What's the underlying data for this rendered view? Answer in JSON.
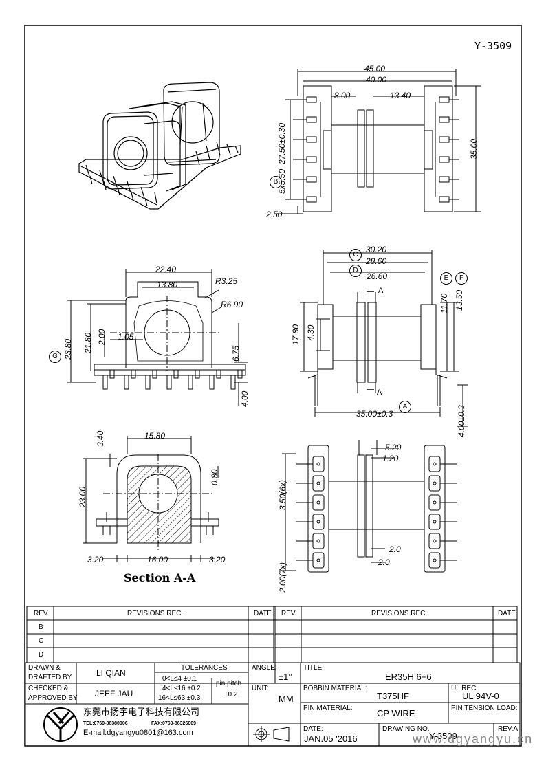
{
  "drawing_id": "Y-3509",
  "dims": {
    "top_45": "45.00",
    "top_40": "40.00",
    "top_8": "8.00",
    "top_1340": "13.40",
    "top_pitch": "5x5.50=27.50±0.30",
    "top_35": "35.00",
    "top_250": "2.50",
    "front_2240": "22.40",
    "front_1380": "13.80",
    "front_r325": "R3.25",
    "front_r690": "R6.90",
    "front_2380": "23.80",
    "front_2180": "21.80",
    "front_200": "2.00",
    "front_105": "1.05",
    "front_675": "6.75",
    "front_400": "4.00",
    "side_3020": "30.20",
    "side_2860": "28.60",
    "side_2660": "26.60",
    "side_1170": "11.70",
    "side_1350": "13.50",
    "side_1780": "17.80",
    "side_430": "4.30",
    "side_3500": "35.00±0.3",
    "side_400": "4.00±0.3",
    "sec_340": "3.40",
    "sec_1580": "15.80",
    "sec_2300": "23.00",
    "sec_080": "0.80",
    "sec_320l": "3.20",
    "sec_1600": "16.00",
    "sec_320r": "3.20",
    "bot_520": "5.20",
    "bot_120": "1.20",
    "bot_350": "3.50(6x)",
    "bot_200a": "2.0",
    "bot_200b": "2.0",
    "bot_200c": "2.00(7x)"
  },
  "labels": {
    "b": "B",
    "c": "C",
    "d": "D",
    "e": "E",
    "f": "F",
    "g": "G",
    "a": "A",
    "section": "Section A-A",
    "arrow_a": "A"
  },
  "revisions": {
    "header_rev": "REV.",
    "header_rec": "REVISIONS  REC.",
    "header_date": "DATE",
    "rows": [
      "B",
      "C",
      "D"
    ]
  },
  "titleblock": {
    "drawn_label": "DRAWN &\nDRAFTED BY",
    "drawn_1": "DRAWN &",
    "drawn_2": "DRAFTED BY",
    "drawn_value": "LI QIAN",
    "checked_1": "CHECKED &",
    "checked_2": "APPROVED BY",
    "checked_value": "JEEF JAU",
    "tolerances": "TOLERANCES",
    "tol_1": "0<L≤4   ±0.1",
    "tol_2": "4<L≤16  ±0.2",
    "tol_3": "16<L≤63 ±0.3",
    "pin_pitch": "pin pitch",
    "pin_pitch_tol": "±0.2",
    "angle_label": "ANGLE:",
    "angle_value": "±1°",
    "unit_label": "UNIT:",
    "unit_value": "MM",
    "title_label": "TITLE:",
    "title_value": "ER35H  6+6",
    "bobbin_label": "BOBBIN MATERIAL:",
    "bobbin_value": "T375HF",
    "ul_label": "UL REC.",
    "ul_value": "UL 94V-0",
    "pin_label": "PIN MATERIAL:",
    "pin_value": "CP WIRE",
    "tension_label": "PIN TENSION LOAD:",
    "date_label": "DATE:",
    "date_value": "JAN.05 '2016",
    "drawing_no_label": "DRAWING NO.",
    "drawing_no_value": "Y-3509",
    "rev_label": "REV.A",
    "company_cn": "东莞市扬宇电子科技有限公司",
    "tel": "TEL:0769-86380006",
    "fax": "FAX:0769-86326009",
    "email": "E-mail:dgyangyu0801@163.com",
    "logo_text": "YY"
  },
  "watermark": "www.dgyangyu.cn"
}
